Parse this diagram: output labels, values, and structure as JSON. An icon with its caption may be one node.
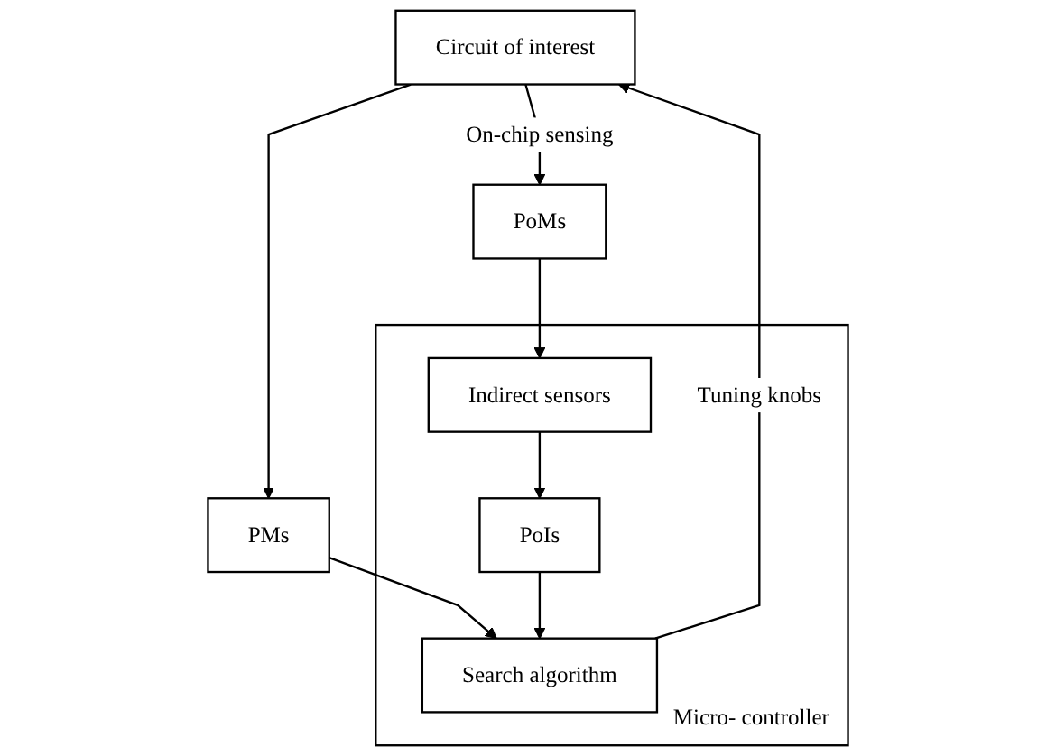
{
  "diagram": {
    "nodes": [
      {
        "text": [
          "Circuit of interest"
        ]
      },
      {
        "text": [
          "PoMs"
        ]
      },
      {
        "text": [
          "PMs"
        ]
      },
      {
        "text": [
          "Micro- controller"
        ]
      },
      {
        "text": [
          "Search algorithm"
        ],
        "in": 3
      },
      {
        "text": [
          "PoIs"
        ],
        "in": 3
      },
      {
        "text": [
          "Indirect sensors"
        ],
        "in": 3
      }
    ],
    "edges": [
      {
        "from": 0,
        "to": 1,
        "arrow": "to",
        "label": "On-chip sensing"
      },
      {
        "from": 0,
        "to": 2,
        "arrow": "to"
      },
      {
        "from": 2,
        "to": 4,
        "arrow": "to"
      },
      {
        "from": 5,
        "to": 4,
        "arrow": "to"
      },
      {
        "from": 6,
        "to": 5,
        "arrow": "to"
      },
      {
        "from": 1,
        "to": 6,
        "arrow": "to"
      },
      {
        "from": 4,
        "to": 0,
        "arrow": "to",
        "label": "Tuning knobs"
      }
    ]
  }
}
